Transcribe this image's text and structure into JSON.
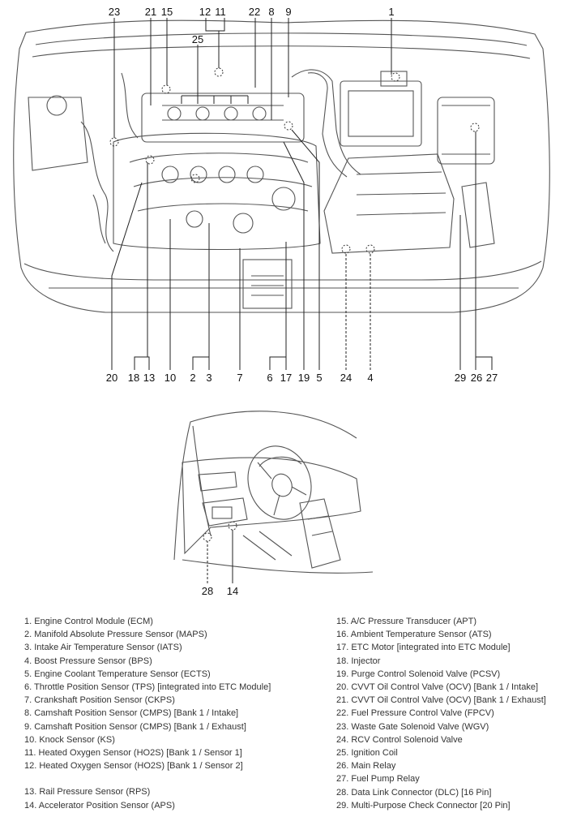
{
  "engine_bay": {
    "top_labels": [
      "23",
      "21",
      "15",
      "12",
      "11",
      "22",
      "8",
      "9",
      "1",
      "25"
    ],
    "bottom_labels": [
      "20",
      "18",
      "13",
      "10",
      "2",
      "3",
      "7",
      "6",
      "17",
      "19",
      "5",
      "24",
      "4",
      "29",
      "26",
      "27"
    ]
  },
  "interior": {
    "labels": [
      "28",
      "14"
    ]
  },
  "legend": {
    "left": [
      "1. Engine Control Module (ECM)",
      "2. Manifold Absolute Pressure Sensor (MAPS)",
      "3. Intake Air Temperature Sensor (IATS)",
      "4. Boost Pressure Sensor (BPS)",
      "5. Engine Coolant Temperature Sensor (ECTS)",
      "6. Throttle Position Sensor (TPS) [integrated into ETC Module]",
      "7. Crankshaft Position Sensor (CKPS)",
      "8. Camshaft Position Sensor (CMPS) [Bank 1 / Intake]",
      "9. Camshaft Position Sensor (CMPS) [Bank 1 / Exhaust]",
      "10. Knock Sensor (KS)",
      "11. Heated Oxygen Sensor (HO2S) [Bank 1 / Sensor 1]",
      "12. Heated Oxygen Sensor (HO2S) [Bank 1 / Sensor 2]",
      "13. Rail Pressure Sensor (RPS)",
      "14. Accelerator Position Sensor (APS)"
    ],
    "right": [
      "15. A/C Pressure Transducer (APT)",
      "16. Ambient Temperature Sensor (ATS)",
      "17. ETC Motor [integrated into ETC Module]",
      "18. Injector",
      "19. Purge Control Solenoid Valve (PCSV)",
      "20. CVVT Oil Control Valve (OCV) [Bank 1 / Intake]",
      "21. CVVT Oil Control Valve (OCV) [Bank 1 / Exhaust]",
      "22. Fuel Pressure Control Valve (FPCV)",
      "23. Waste Gate Solenoid Valve (WGV)",
      "24. RCV Control Solenoid Valve",
      "25. Ignition Coil",
      "26. Main Relay",
      "27. Fuel Pump Relay",
      "28. Data Link Connector (DLC) [16 Pin]",
      "29. Multi-Purpose Check Connector [20 Pin]"
    ]
  }
}
